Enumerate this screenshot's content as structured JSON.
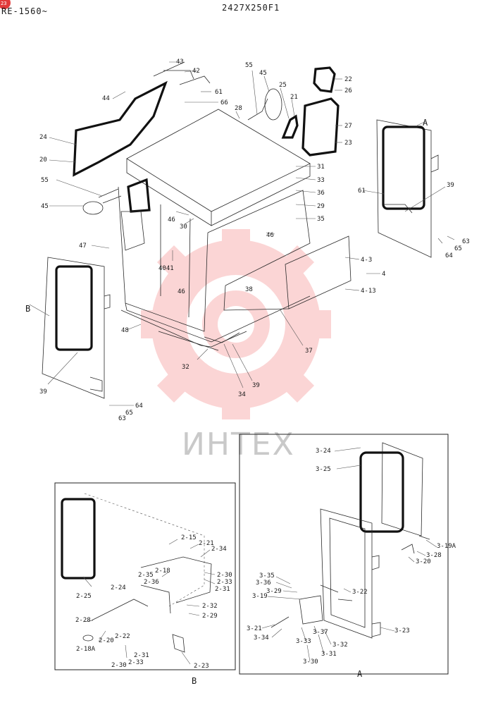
{
  "header": {
    "model_range": "RE-1560~",
    "drawing_number": "2427X250F1",
    "corner_badge": "23"
  },
  "watermark": {
    "text": "ИНТЕХ",
    "color": "#f26b6b"
  },
  "views": {
    "detail_a_title": "A",
    "detail_b_title": "B",
    "pointer_a": "A",
    "pointer_b": "B"
  },
  "callouts_main": [
    "43",
    "42",
    "61",
    "66",
    "44",
    "55",
    "45",
    "25",
    "21",
    "22",
    "26",
    "27",
    "23",
    "28",
    "24",
    "20",
    "31",
    "33",
    "36",
    "29",
    "35",
    "55",
    "45",
    "46",
    "30",
    "46",
    "47",
    "4041",
    "4-3",
    "4",
    "46",
    "38",
    "4-13",
    "48",
    "37",
    "32",
    "34",
    "39",
    "39",
    "64",
    "65",
    "63",
    "61",
    "39",
    "64",
    "65",
    "63"
  ],
  "callouts_b": [
    "2-15",
    "2-21",
    "2-34",
    "2-18",
    "2-30",
    "2-35",
    "2-36",
    "2-33",
    "2-31",
    "2-24",
    "2-25",
    "2-32",
    "2-29",
    "2-28",
    "2-20",
    "2-22",
    "2-18A",
    "2-31",
    "2-33",
    "2-30",
    "2-23"
  ],
  "callouts_a": [
    "3-24",
    "3-25",
    "3-19A",
    "3-28",
    "3-20",
    "3-35",
    "3-36",
    "3-29",
    "3-19",
    "3-22",
    "3-21",
    "3-34",
    "3-33",
    "3-37",
    "3-32",
    "3-31",
    "3-30",
    "3-23"
  ]
}
